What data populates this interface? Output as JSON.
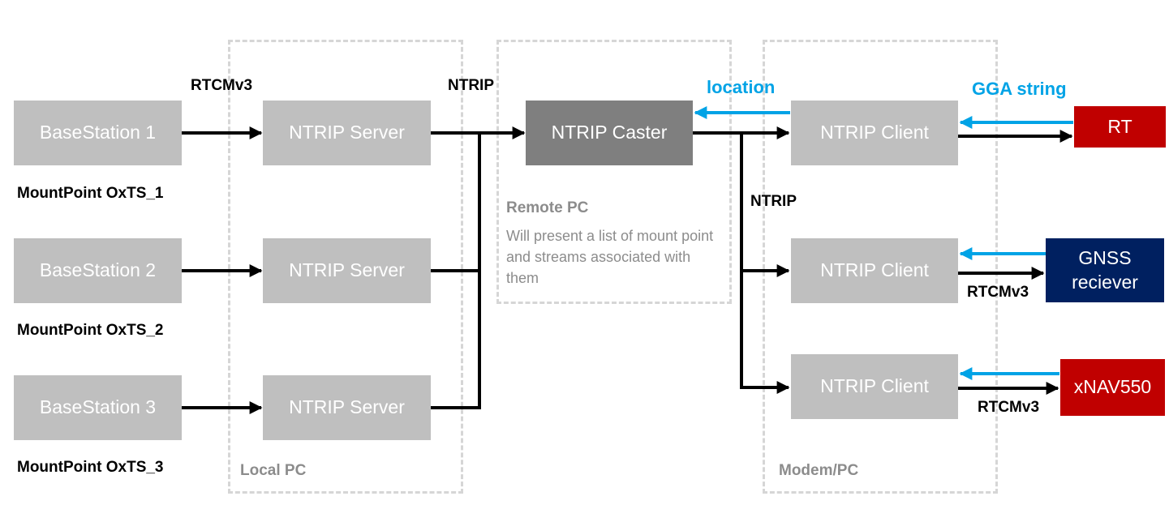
{
  "regions": {
    "local_pc": "Local PC",
    "remote_pc": "Remote PC",
    "modem_pc": "Modem/PC"
  },
  "remote_note": "Will present a list of mount point and streams associated with them",
  "base_stations": [
    {
      "name": "BaseStation 1",
      "mountpoint": "MountPoint OxTS_1"
    },
    {
      "name": "BaseStation 2",
      "mountpoint": "MountPoint OxTS_2"
    },
    {
      "name": "BaseStation 3",
      "mountpoint": "MountPoint OxTS_3"
    }
  ],
  "servers": [
    "NTRIP Server",
    "NTRIP Server",
    "NTRIP Server"
  ],
  "caster": "NTRIP Caster",
  "clients": [
    "NTRIP Client",
    "NTRIP Client",
    "NTRIP Client"
  ],
  "devices": {
    "rt": "RT",
    "gnss_line1": "GNSS",
    "gnss_line2": "reciever",
    "xnav": "xNAV550"
  },
  "labels": {
    "rtcm_top": "RTCMv3",
    "ntrip_top": "NTRIP",
    "location": "location",
    "gga": "GGA string",
    "ntrip_right": "NTRIP",
    "rtcm_gnss": "RTCMv3",
    "rtcm_xnav": "RTCMv3"
  },
  "colors": {
    "box_gray": "#bfbfbf",
    "caster": "#7f7f7f",
    "rt": "#c00000",
    "gnss": "#002060",
    "xnav": "#c00000",
    "blue_arrow": "#00a3e6",
    "region_border": "#d6d6d6"
  }
}
